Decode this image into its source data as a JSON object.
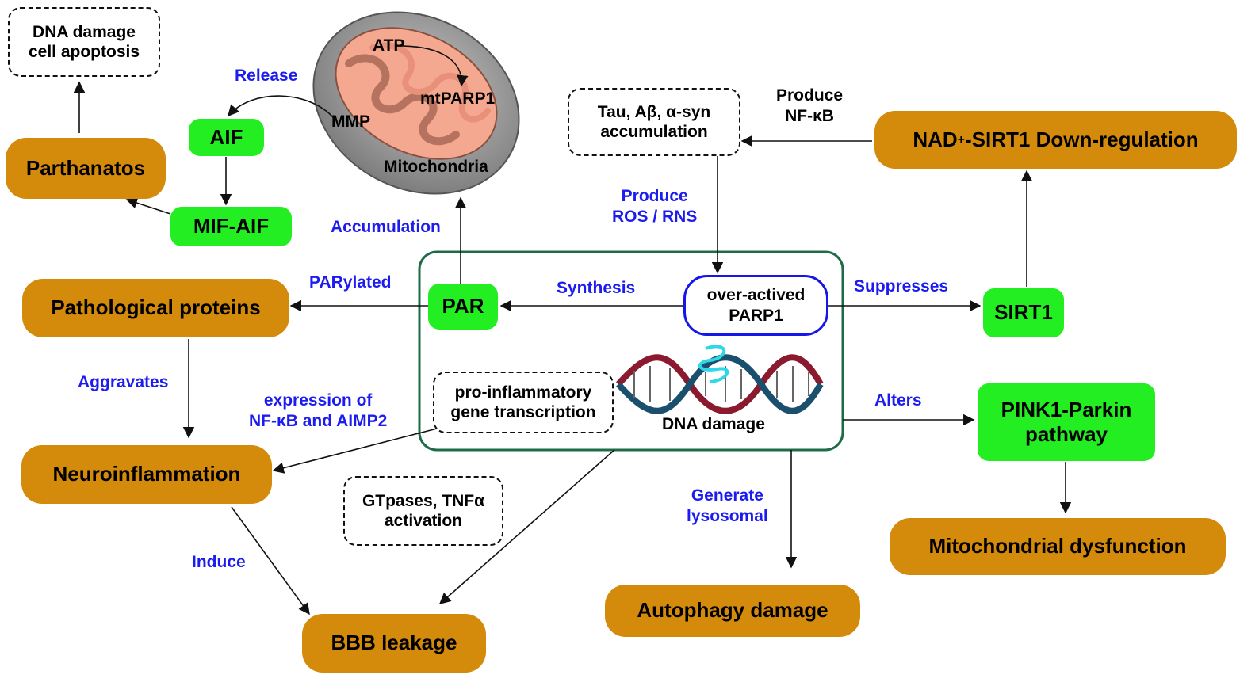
{
  "outcomes": {
    "parthanatos": "Parthanatos",
    "pathological_proteins": "Pathological proteins",
    "neuroinflammation": "Neuroinflammation",
    "bbb_leakage": "BBB leakage",
    "autophagy_damage": "Autophagy damage",
    "mitochondrial_dysfunction": "Mitochondrial dysfunction",
    "nad_sirt1": "NAD+-SIRT1 Down-regulation"
  },
  "green_nodes": {
    "aif": "AIF",
    "mif_aif": "MIF-AIF",
    "par": "PAR",
    "sirt1": "SIRT1",
    "pink1": "PINK1-Parkin\npathway"
  },
  "dashed_nodes": {
    "dna_apoptosis": "DNA damage\ncell apoptosis",
    "tau": "Tau, Aβ, α-syn\naccumulation",
    "pro_inflammatory": "pro-inflammatory\ngene transcription",
    "gtpases": "GTpases, TNFα\nactivation"
  },
  "parp1": "over-actived\nPARP1",
  "dna_damage": "DNA damage",
  "mito": {
    "atp": "ATP",
    "mtparp1": "mtPARP1",
    "mmp": "MMP",
    "name": "Mitochondria"
  },
  "edge_labels": {
    "release": "Release",
    "accumulation": "Accumulation",
    "parylated": "PARylated",
    "synthesis": "Synthesis",
    "suppresses": "Suppresses",
    "aggravates": "Aggravates",
    "expression": "expression of\nNF-κB and AIMP2",
    "produce_ros": "Produce\nROS / RNS",
    "produce_nfkb": "Produce\nNF-κB",
    "alters": "Alters",
    "induce": "Induce",
    "generate": "Generate\nlysosomal"
  },
  "colors": {
    "outcome": "#d48a0a",
    "green": "#22ee22",
    "label_blue": "#1c1cf0",
    "center_border": "#1d6b47",
    "parp_border": "#1616e8"
  }
}
